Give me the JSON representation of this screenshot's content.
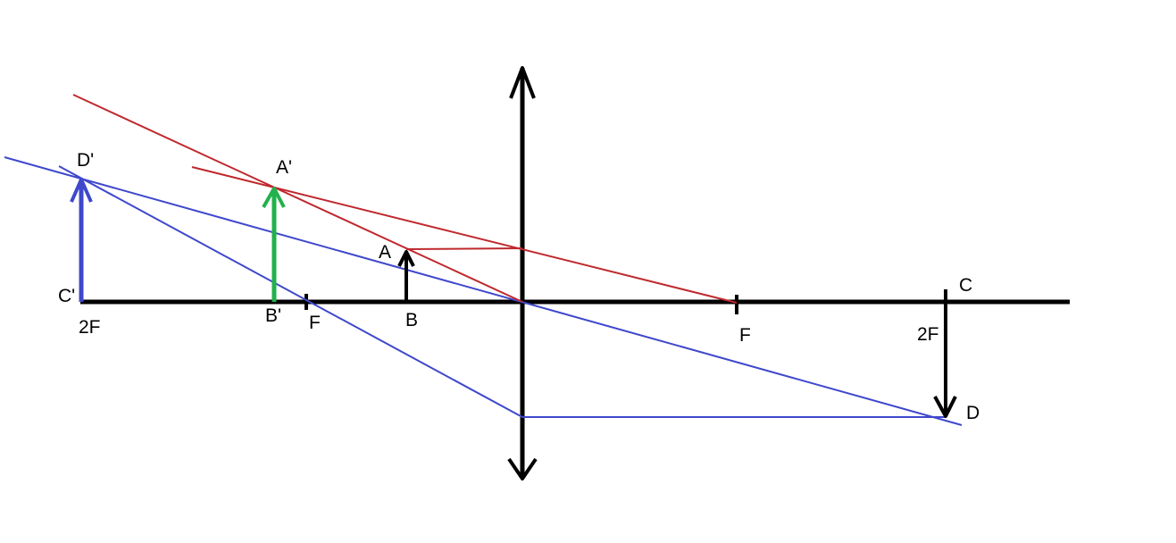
{
  "labels": {
    "A": "A",
    "B": "B",
    "A_prime": "A'",
    "B_prime": "B'",
    "C": "C",
    "D": "D",
    "C_prime": "C'",
    "D_prime": "D'",
    "F_left": "F",
    "F_right": "F",
    "twoF_left": "2F",
    "twoF_right": "2F"
  },
  "colors": {
    "axis": "#000000",
    "red_rays": "#c0282d",
    "blue_rays": "#3f48cc",
    "image_ab": "#22b14c",
    "image_cd": "#3f48cc",
    "object": "#000000"
  }
}
